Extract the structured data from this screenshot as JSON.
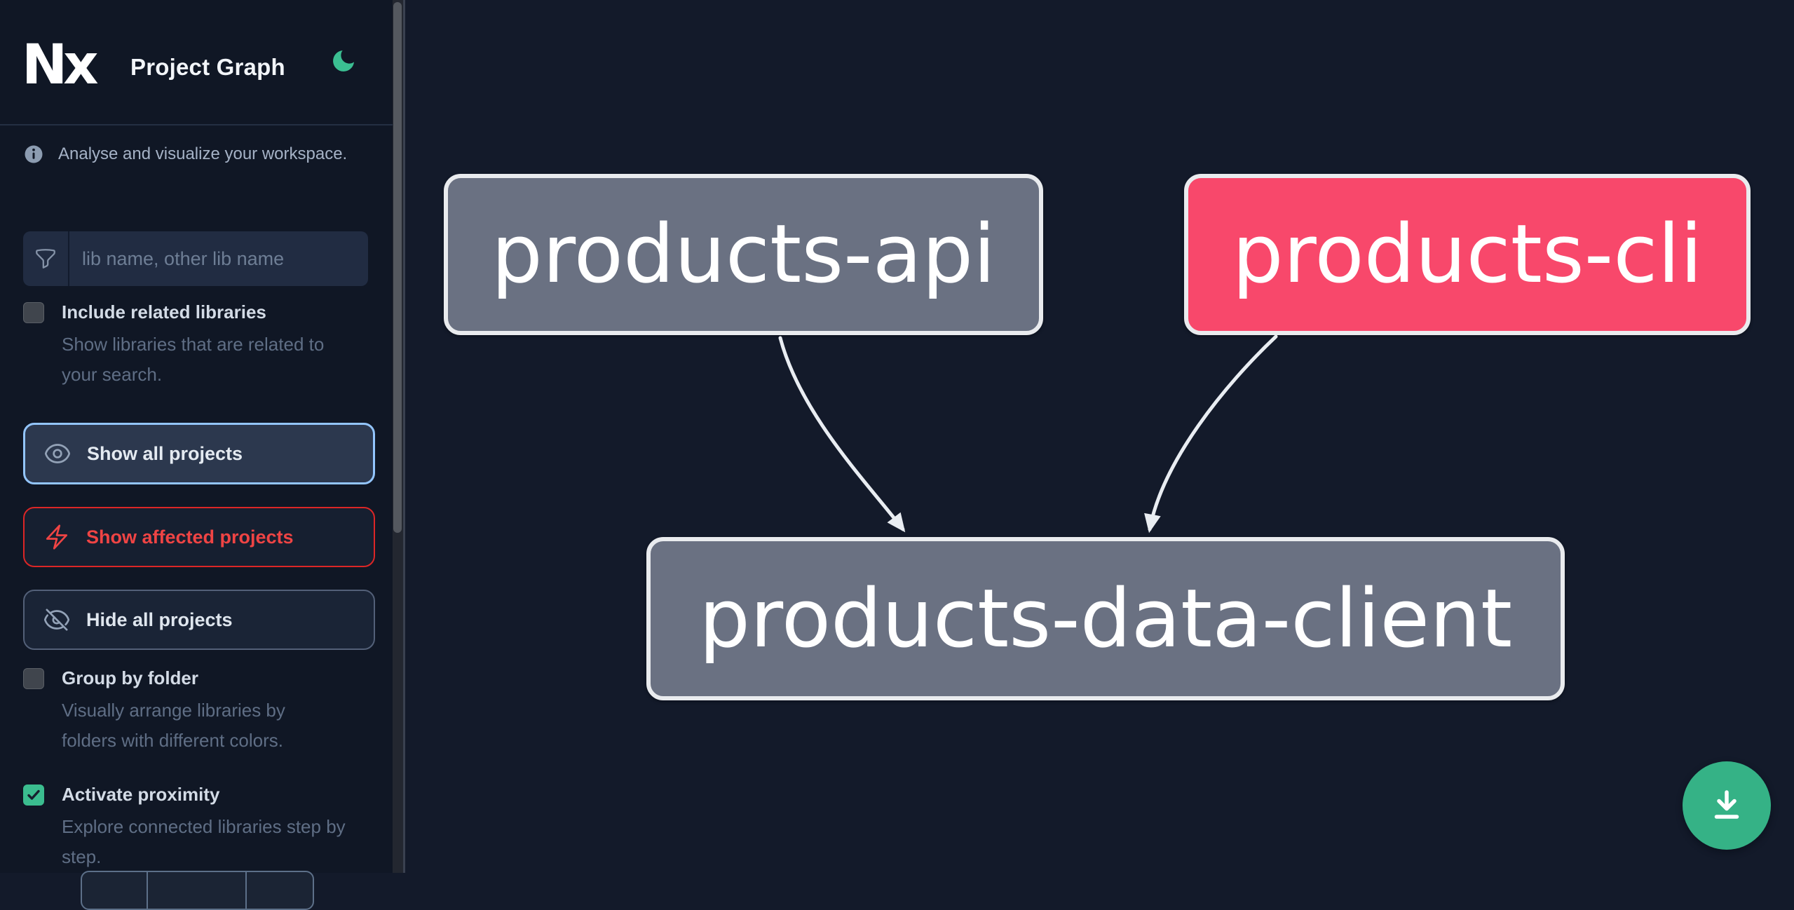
{
  "header": {
    "app_name": "Nx",
    "title": "Project Graph",
    "theme_toggle_icon": "moon-icon"
  },
  "sidebar": {
    "tagline": "Analyse and visualize your workspace.",
    "search_placeholder": "lib name, other lib name",
    "options": [
      {
        "id": "include-related",
        "label": "Include related libraries",
        "description": "Show libraries that are related to your search.",
        "checked": false
      },
      {
        "id": "group-by-folder",
        "label": "Group by folder",
        "description": "Visually arrange libraries by folders with different colors.",
        "checked": false
      },
      {
        "id": "activate-proximity",
        "label": "Activate proximity",
        "description": "Explore connected libraries step by step.",
        "checked": true
      }
    ],
    "actions": [
      {
        "id": "show-all",
        "label": "Show all projects",
        "icon": "eye-icon",
        "state": "selected"
      },
      {
        "id": "show-affected",
        "label": "Show affected projects",
        "icon": "bolt-icon",
        "state": "affected"
      },
      {
        "id": "hide-all",
        "label": "Hide all projects",
        "icon": "eye-slash-icon",
        "state": "default"
      }
    ]
  },
  "graph": {
    "nodes": [
      {
        "id": "products-api",
        "label": "products-api",
        "type": "default"
      },
      {
        "id": "products-cli",
        "label": "products-cli",
        "type": "affected"
      },
      {
        "id": "products-data-client",
        "label": "products-data-client",
        "type": "default"
      }
    ],
    "edges": [
      {
        "from": "products-api",
        "to": "products-data-client"
      },
      {
        "from": "products-cli",
        "to": "products-data-client"
      }
    ]
  },
  "fab": {
    "icon": "download-icon"
  },
  "colors": {
    "sidebar_bg": "#101725",
    "canvas_bg": "#131a2a",
    "accent_green": "#3bbd8f",
    "fab_green": "#35b286",
    "affected_pink": "#f8486b",
    "node_gray": "#6a7182",
    "node_border": "#e9ebee",
    "edge": "#e9edf2",
    "focus_blue": "#93c5fd",
    "danger_red": "#ef4444"
  }
}
